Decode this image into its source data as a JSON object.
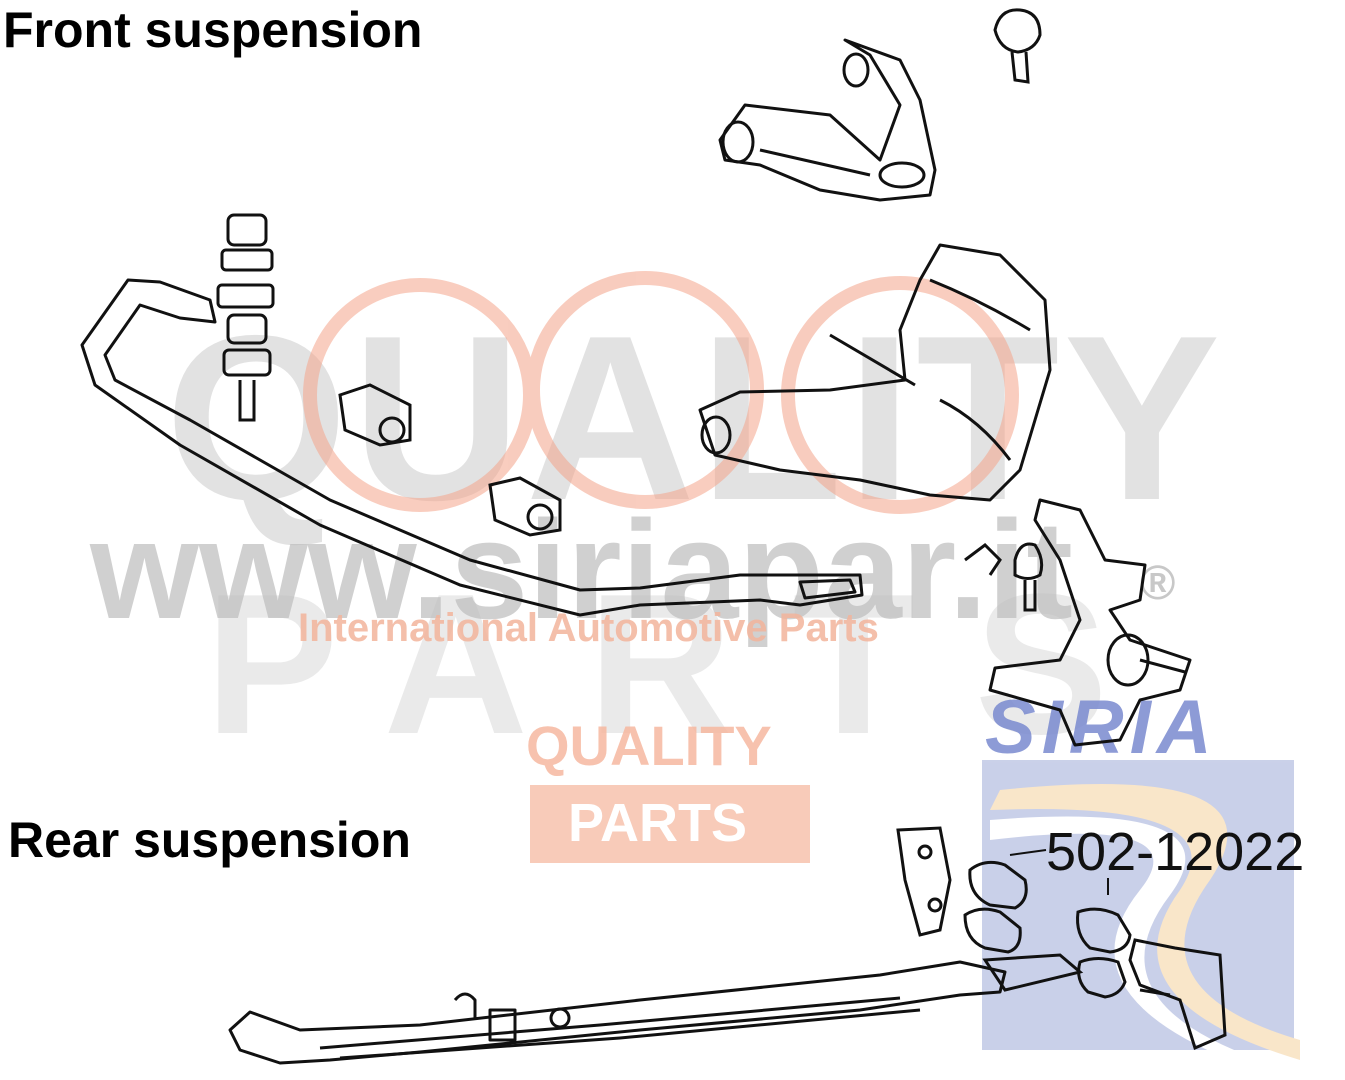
{
  "headings": {
    "front": "Front suspension",
    "rear": "Rear suspension"
  },
  "part_number": "502-12022",
  "watermark": {
    "big_word_top": "QUALITY",
    "big_word_bottom": "PARTS",
    "url": "www.siriapar.it",
    "tagline": "International Automotive Parts",
    "badge_top": "QUALITY",
    "badge_bottom": "PARTS",
    "logo": "SIRIA",
    "registered": "®",
    "colors": {
      "grey": "#cfcfcf",
      "orange": "#f0a080",
      "blue": "#6b7fc8",
      "gold": "#f2c88a"
    }
  }
}
